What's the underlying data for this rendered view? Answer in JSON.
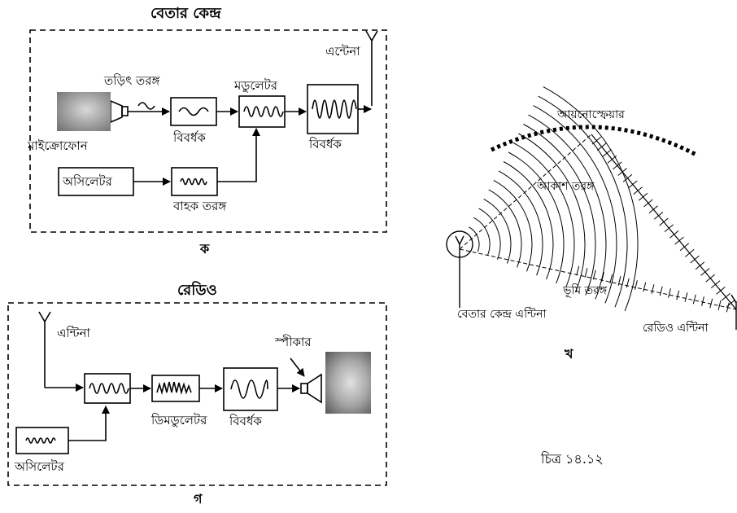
{
  "diagram_a": {
    "title": "বেতার কেন্দ্র",
    "antenna_label": "এন্টেনা",
    "electric_wave_label": "তড়িৎ তরঙ্গ",
    "modulator_label": "মডুলেটর",
    "microphone_label": "মাইক্রোফোন",
    "amplifier1_label": "বিবর্ধক",
    "amplifier2_label": "বিবর্ধক",
    "oscillator_label": "অসিলেটর",
    "carrier_wave_label": "বাহক তরঙ্গ",
    "caption": "ক"
  },
  "diagram_b": {
    "ionosphere_label": "আয়নোস্ফেয়ার",
    "sky_wave_label": "আকাশ তরঙ্গ",
    "ground_wave_label": "ভূমি তরঙ্গ",
    "station_antenna_label": "বেতার কেন্দ্র এন্টিনা",
    "radio_antenna_label": "রেডিও এন্টিনা",
    "caption": "খ"
  },
  "diagram_c": {
    "title": "রেডিও",
    "antenna_label": "এন্টিনা",
    "speaker_label": "স্পীকার",
    "demodulator_label": "ডিমডুলেটর",
    "amplifier_label": "বিবর্ধক",
    "oscillator_label": "অসিলেটর",
    "caption": "গ"
  },
  "figure_caption": "চিত্র ১৪.১২"
}
